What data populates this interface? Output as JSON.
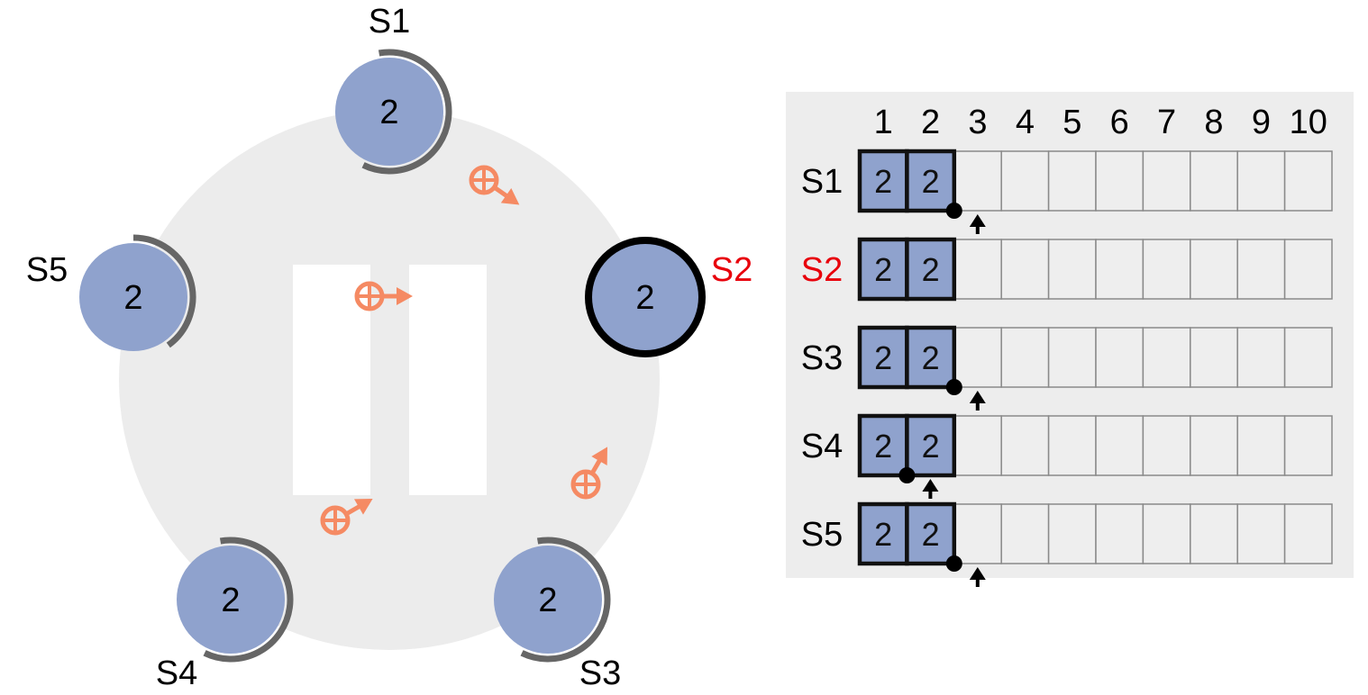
{
  "colors": {
    "server_fill": "#8fa2cd",
    "leader_ring": "#000000",
    "follower_ring": "#666666",
    "cluster_bg": "#ececec",
    "message": "#f58a63",
    "leader_label": "#e8000b",
    "log_panel_bg": "#ededed"
  },
  "cluster": {
    "servers": [
      {
        "id": "S1",
        "term": "2",
        "state": "follower",
        "timer_fraction": 0.6
      },
      {
        "id": "S2",
        "term": "2",
        "state": "leader",
        "timer_fraction": 1.0
      },
      {
        "id": "S3",
        "term": "2",
        "state": "follower",
        "timer_fraction": 0.6
      },
      {
        "id": "S4",
        "term": "2",
        "state": "follower",
        "timer_fraction": 0.6
      },
      {
        "id": "S5",
        "term": "2",
        "state": "follower",
        "timer_fraction": 0.4
      }
    ],
    "messages": [
      {
        "icon": "append-entries-icon",
        "direction": "S1-to-S2"
      },
      {
        "icon": "append-entries-icon",
        "direction": "S3-to-S2"
      },
      {
        "icon": "append-entries-icon",
        "direction": "S4-to-S2"
      },
      {
        "icon": "append-entries-icon",
        "direction": "S5-to-S2"
      }
    ],
    "paused_icon": "pause-icon"
  },
  "log_table": {
    "indices": [
      "1",
      "2",
      "3",
      "4",
      "5",
      "6",
      "7",
      "8",
      "9",
      "10"
    ],
    "rows": [
      {
        "server": "S1",
        "entries": [
          "2",
          "2"
        ],
        "commit_index": 2,
        "next_index": 3
      },
      {
        "server": "S2",
        "entries": [
          "2",
          "2"
        ],
        "commit_index": null,
        "next_index": null
      },
      {
        "server": "S3",
        "entries": [
          "2",
          "2"
        ],
        "commit_index": 2,
        "next_index": 3
      },
      {
        "server": "S4",
        "entries": [
          "2",
          "2"
        ],
        "commit_index": 1,
        "next_index": 2
      },
      {
        "server": "S5",
        "entries": [
          "2",
          "2"
        ],
        "commit_index": 2,
        "next_index": 3
      }
    ]
  }
}
